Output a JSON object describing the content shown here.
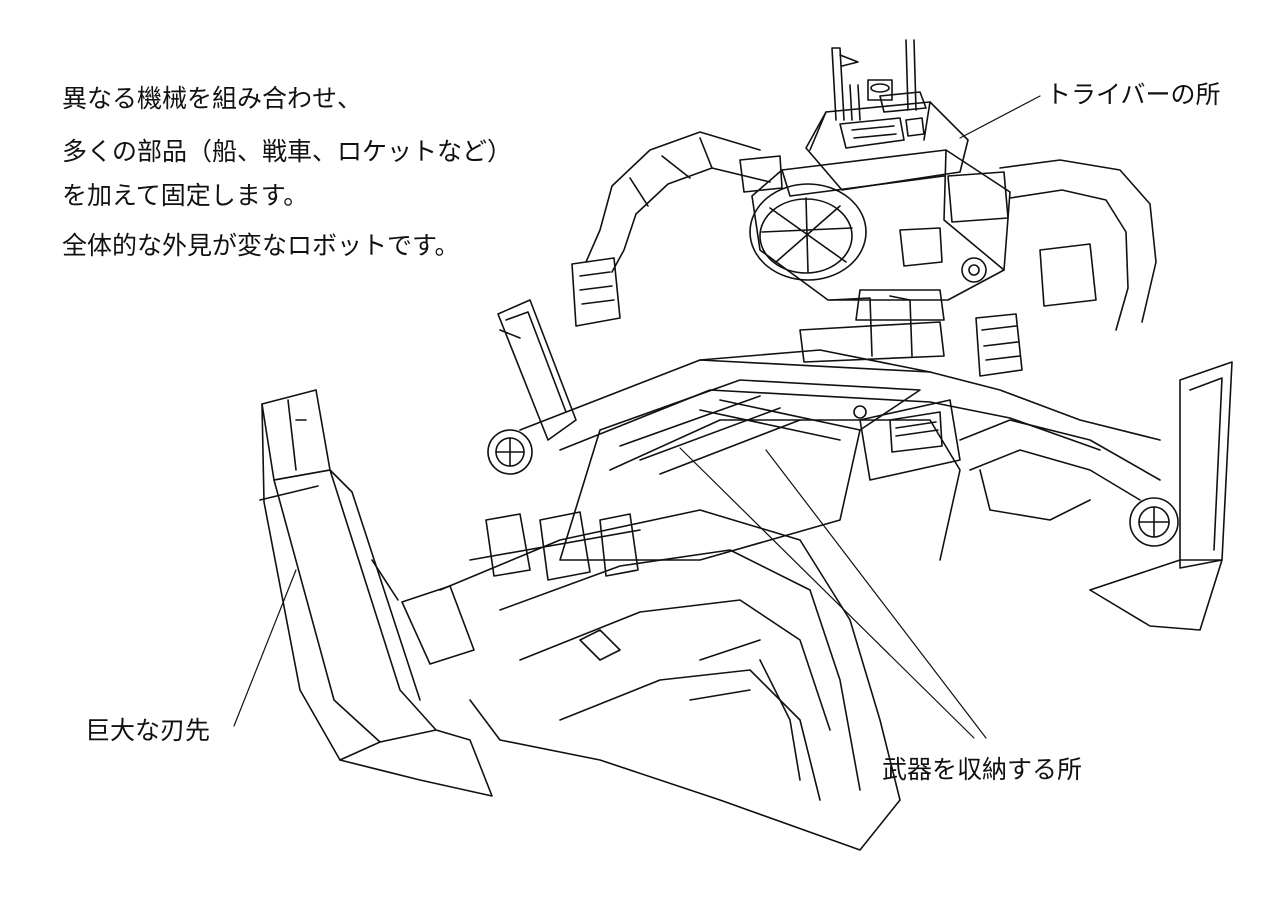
{
  "description": {
    "lines": [
      "異なる機械を組み合わせ、",
      "多くの部品（船、戦車、ロケットなど）",
      "を加えて固定します。",
      "全体的な外見が変なロボットです。"
    ]
  },
  "callouts": {
    "driver_seat": "トライバーの所",
    "giant_blade": "巨大な刃先",
    "weapon_storage": "武器を収納する所"
  },
  "colors": {
    "line": "#111111",
    "background": "#ffffff"
  }
}
